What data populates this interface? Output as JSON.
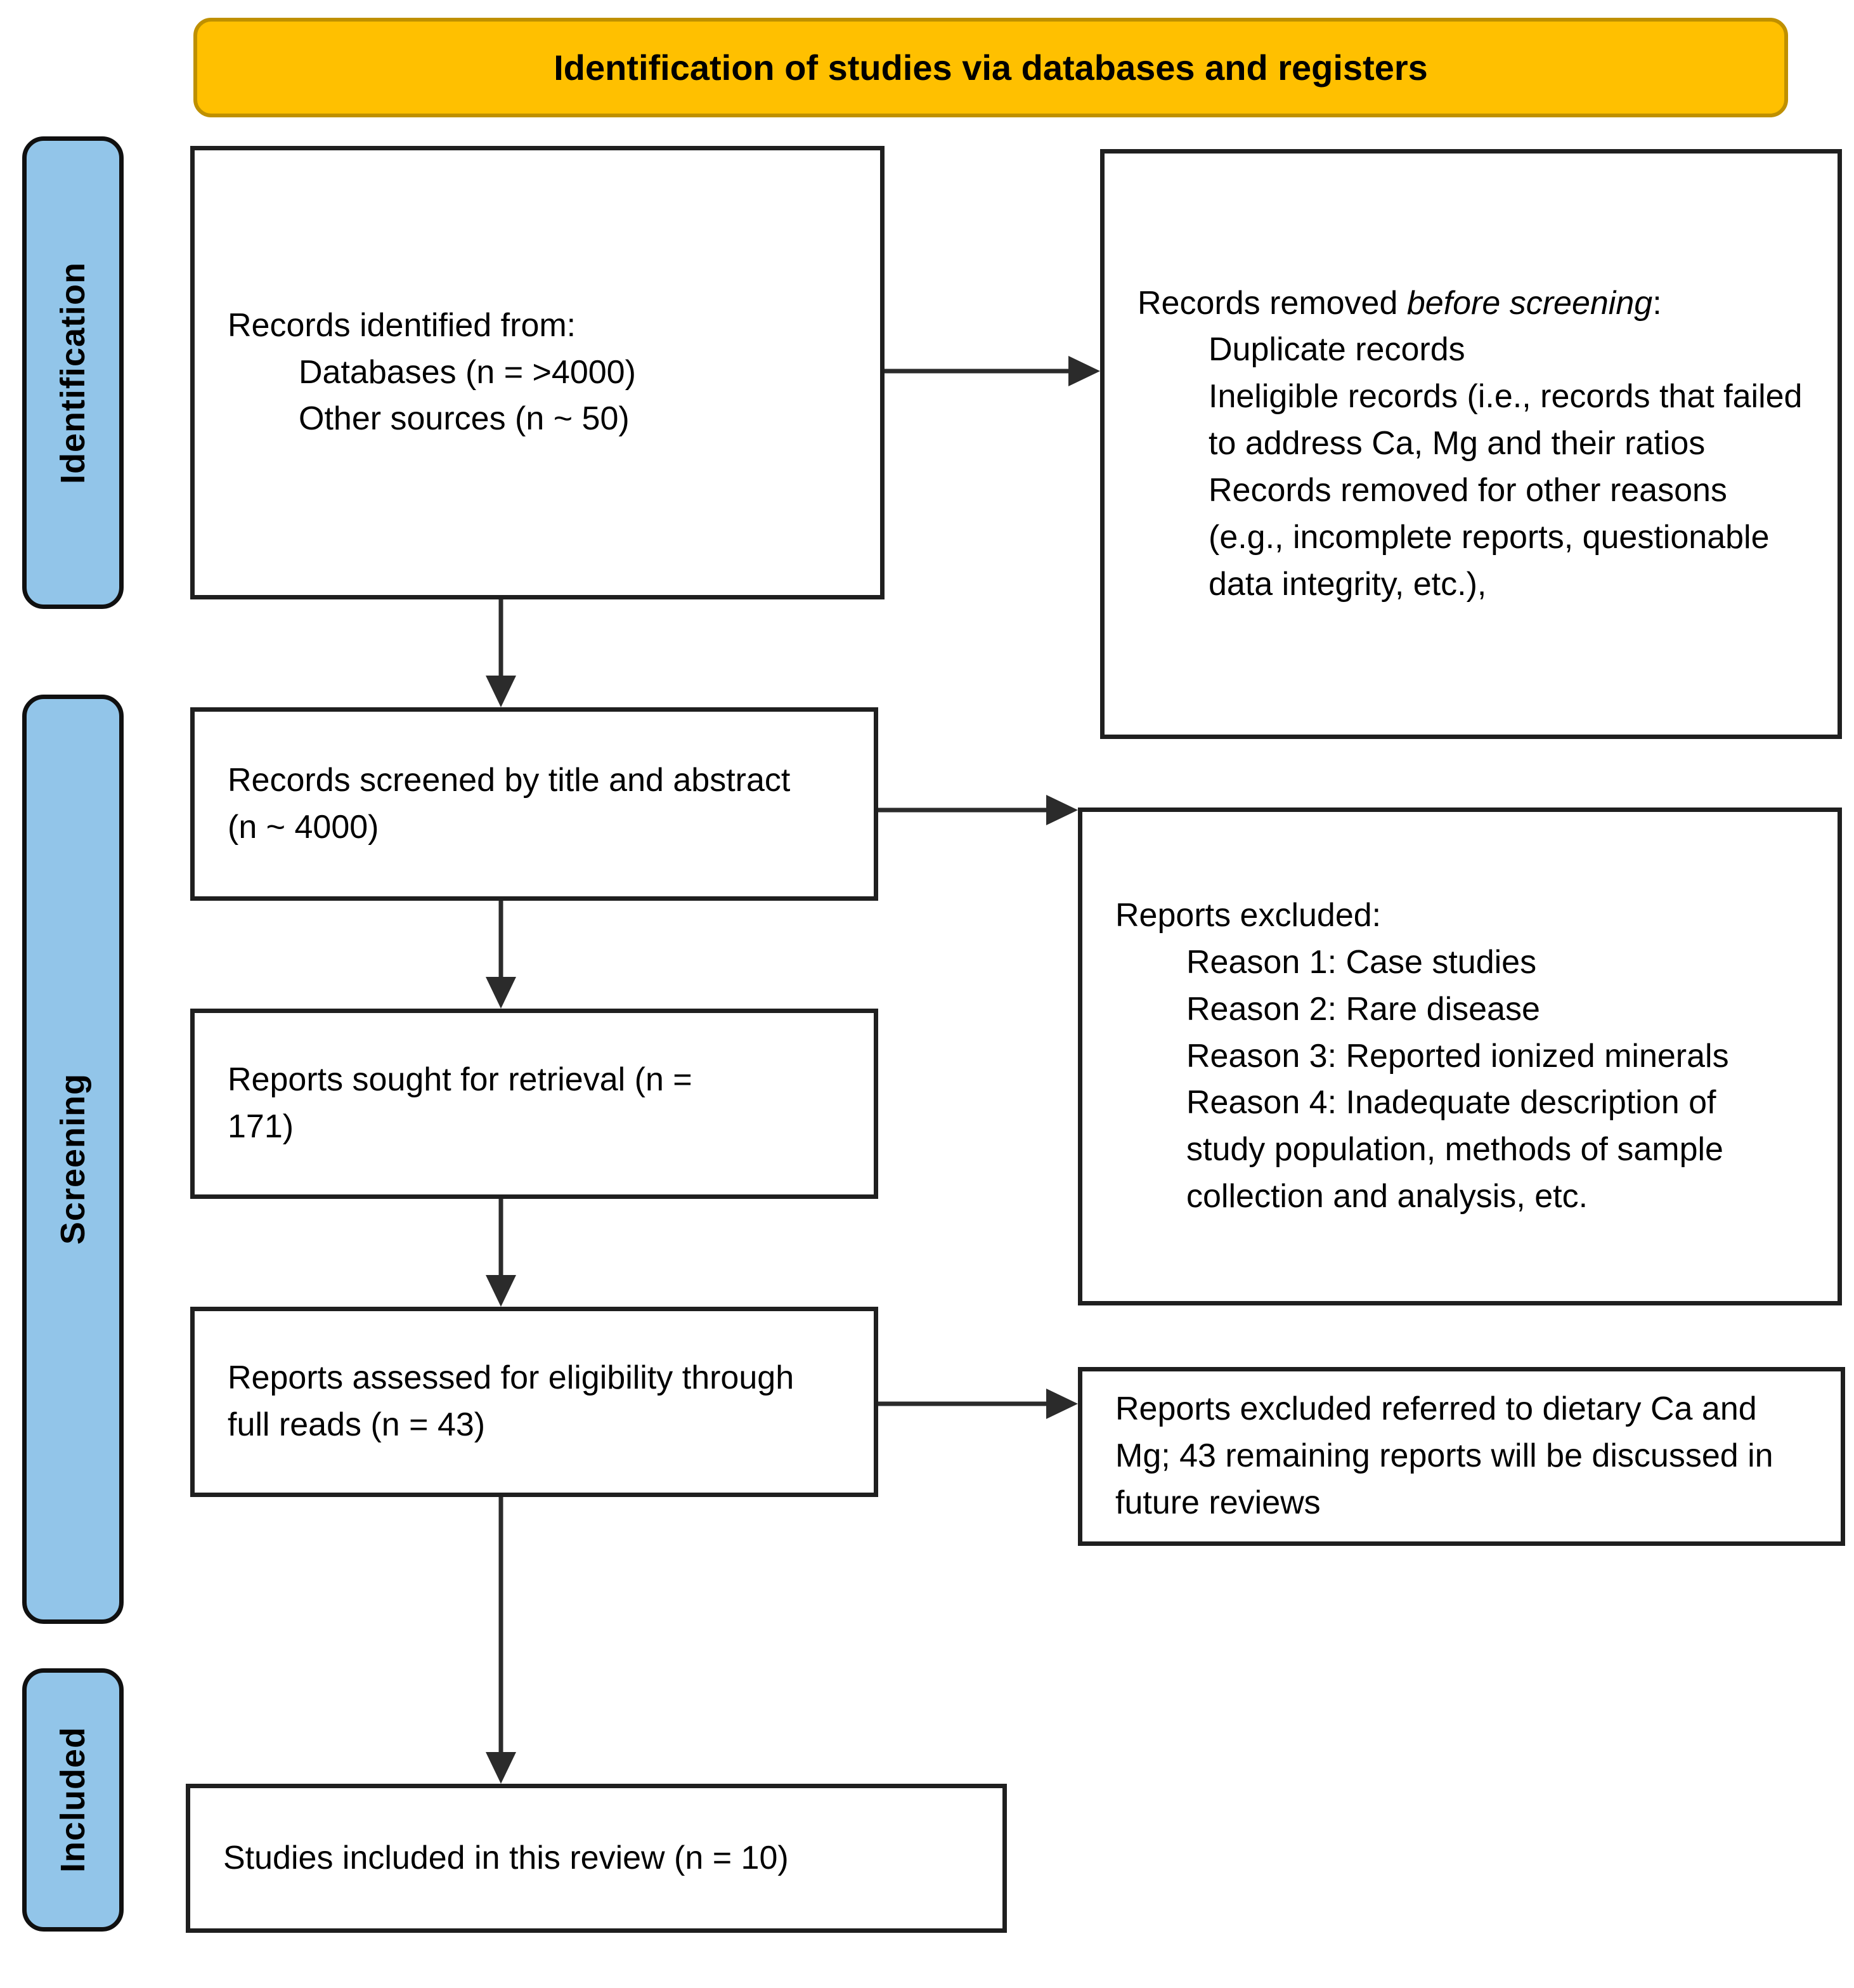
{
  "banner": {
    "title": "Identification of studies via databases and registers"
  },
  "sidebar": {
    "stages": [
      "Identification",
      "Screening",
      "Included"
    ]
  },
  "boxes": {
    "identified": {
      "intro": "Records identified from:",
      "items": [
        "Databases (n = >4000)",
        "Other sources (n ~ 50)"
      ]
    },
    "removed": {
      "intro_prefix": "Records removed ",
      "intro_italic": "before screening",
      "intro_suffix": ":",
      "items": [
        "Duplicate records",
        "Ineligible records (i.e., records that failed to address Ca, Mg and their ratios",
        "Records removed for other reasons (e.g., incomplete reports, questionable data integrity, etc.),"
      ]
    },
    "screened": {
      "text": "Records screened by title and abstract (n ~ 4000)"
    },
    "excluded": {
      "intro": "Reports excluded:",
      "items": [
        "Reason 1: Case studies",
        "Reason 2: Rare disease",
        "Reason 3: Reported ionized minerals",
        "Reason 4: Inadequate description of study population, methods of sample collection and analysis, etc."
      ]
    },
    "sought": {
      "text": "Reports sought for retrieval (n = 171)"
    },
    "assessed": {
      "text": "Reports assessed for eligibility through full reads (n = 43)"
    },
    "excluded_dietary": {
      "text": "Reports excluded referred to dietary Ca and Mg; 43 remaining reports will be discussed in future reviews"
    },
    "included": {
      "text": "Studies included in this review (n = 10)"
    }
  },
  "colors": {
    "banner_fill": "#FFC000",
    "banner_border": "#BF9000",
    "stage_fill": "#92C5E9",
    "box_border": "#1F1F1F",
    "arrow_color": "#2B2B2B",
    "text_color": "#000000"
  }
}
